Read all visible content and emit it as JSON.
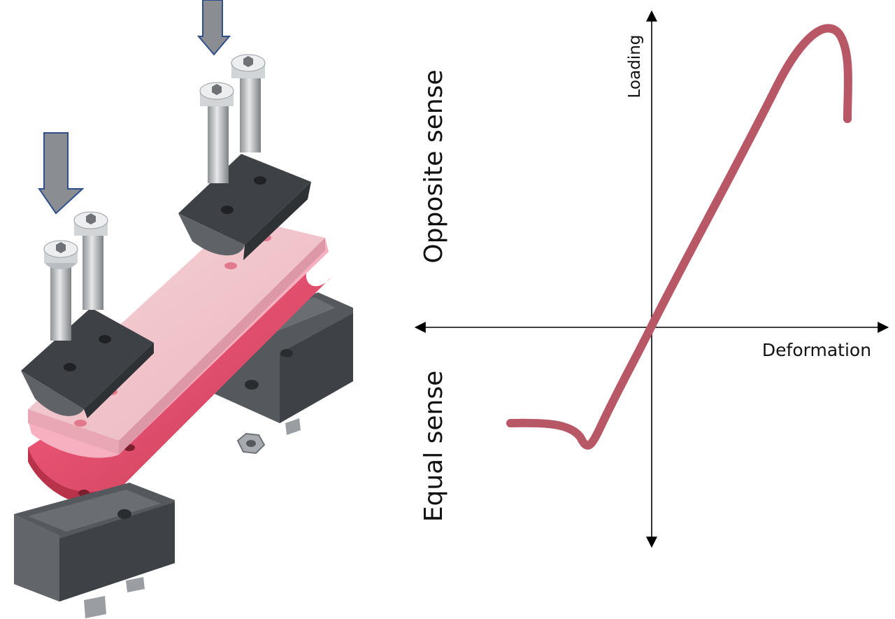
{
  "labels": {
    "y_axis": "Loading",
    "x_axis": "Deformation",
    "upper_region": "Opposite sense",
    "lower_region": "Equal sense"
  },
  "colors": {
    "curve": "#b85866",
    "axis": "#000000",
    "arrow_fill": "#8a8d91",
    "arrow_stroke": "#2f4e8c",
    "block": "#55595e",
    "block_dark": "#3e4246",
    "plate_light": "#f2c6cc",
    "plate_mid": "#f7b0c0",
    "plate_red": "#c23e55",
    "bolt": "#c8cbcf"
  },
  "icons": [
    "down-arrow-icon",
    "bolt-icon",
    "nut-icon"
  ]
}
